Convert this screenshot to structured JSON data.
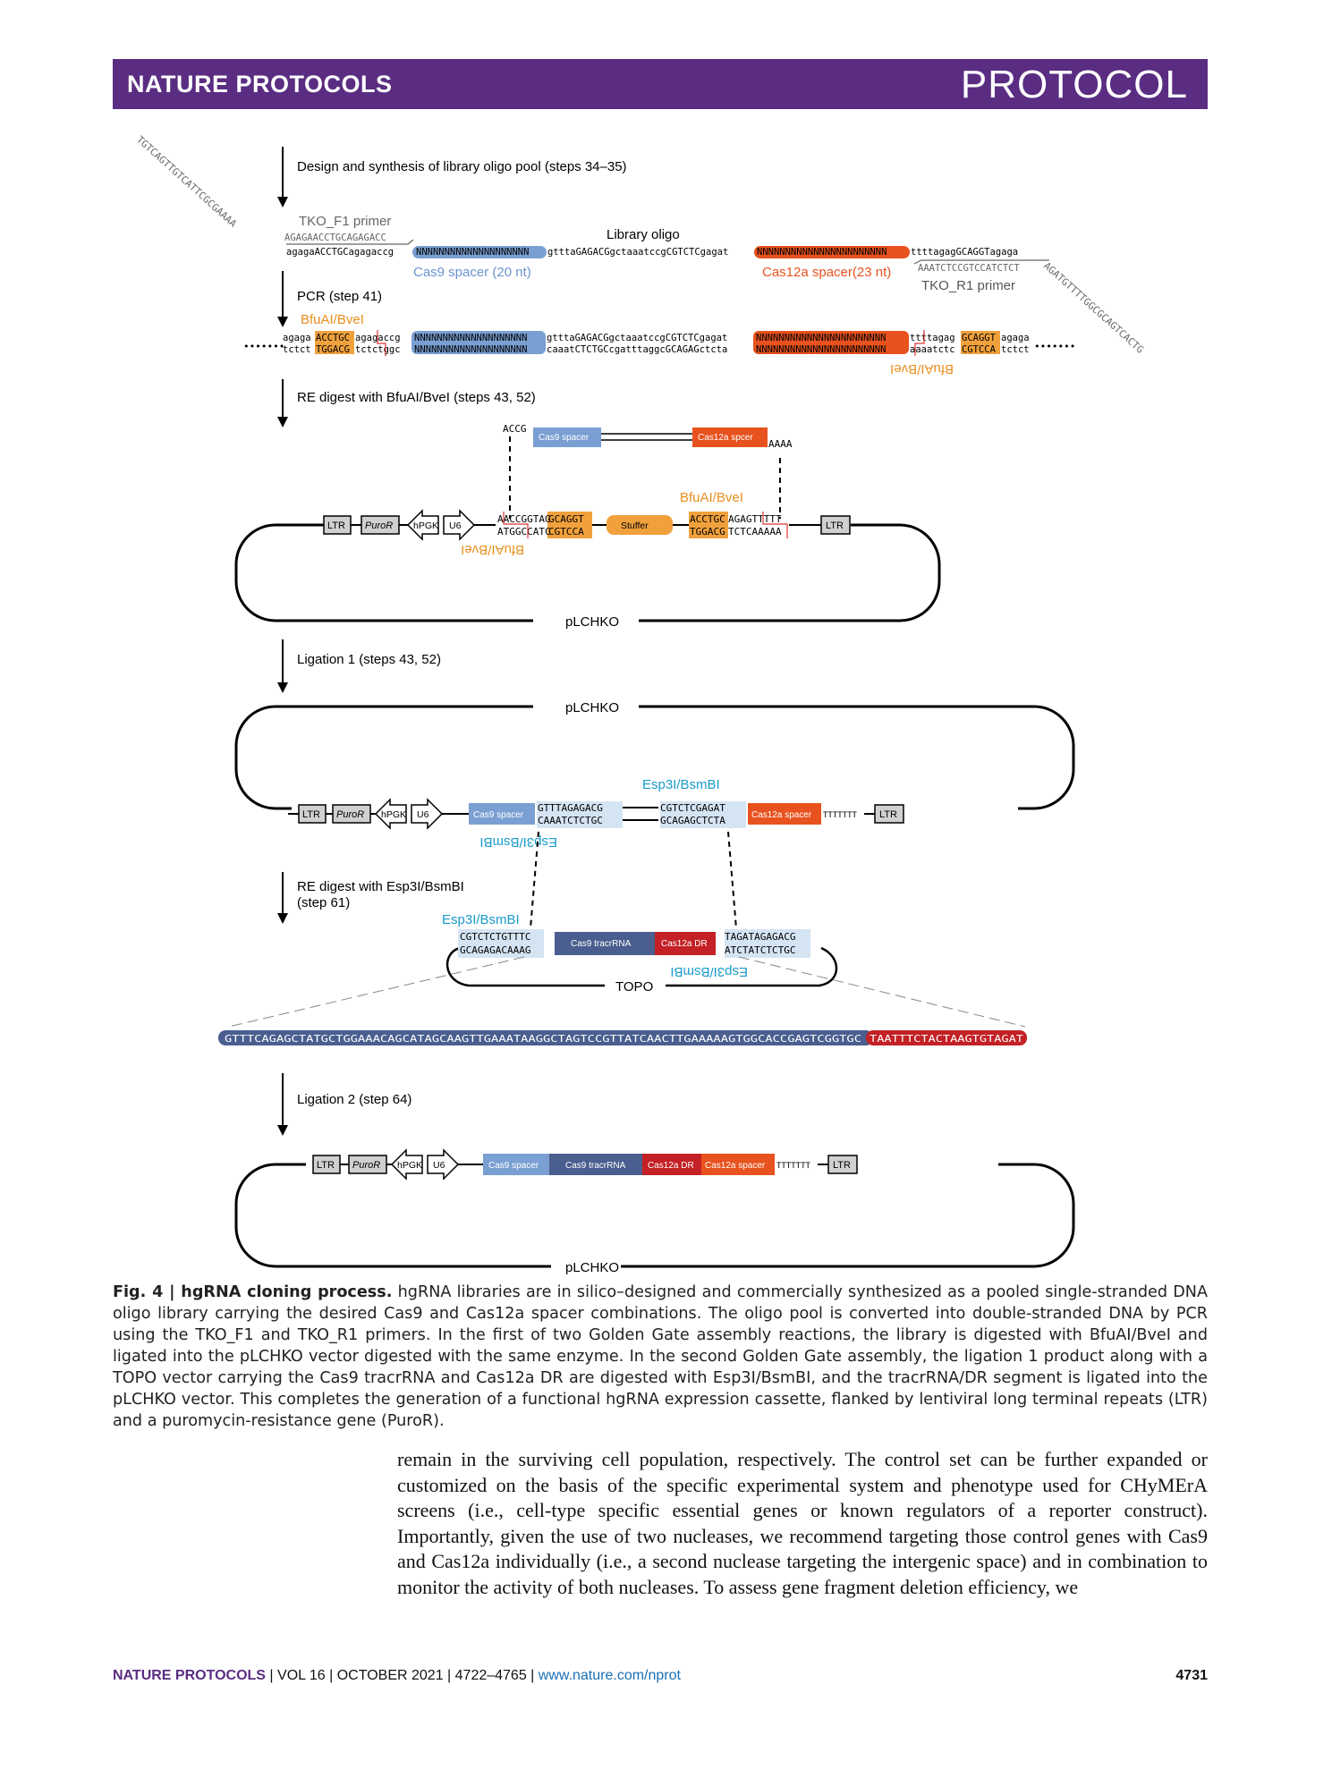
{
  "header": {
    "journal": "NATURE PROTOCOLS",
    "section": "PROTOCOL"
  },
  "figure": {
    "steps": [
      "Design and synthesis of library oligo pool (steps 34–35)",
      "PCR (step 41)",
      "RE digest with BfuAI/BveI (steps 43, 52)",
      "Ligation 1 (steps 43, 52)",
      "RE digest with Esp3I/BsmBI",
      "(step 61)",
      "Ligation 2 (step 64)"
    ],
    "labels": {
      "tko_f1": "TKO_F1 primer",
      "tko_r1": "TKO_R1 primer",
      "library_oligo": "Library oligo",
      "cas9_spacer_20": "Cas9 spacer (20 nt)",
      "cas12a_spacer_23": "Cas12a spacer(23 nt)",
      "bfuai": "BfuAI/BveI",
      "esp3i": "Esp3I/BsmBI",
      "plchko": "pLCHKO",
      "topo": "TOPO",
      "cas9_spacer": "Cas9 spacer",
      "cas12a_spacer": "Cas12a spacer",
      "cas12a_spcer": "Cas12a spcer",
      "cas9_tracr": "Cas9 tracrRNA",
      "cas12a_dr": "Cas12a DR",
      "stuffer": "Stuffer",
      "ltr": "LTR",
      "puror": "PuroR",
      "hpgk": "hPGK",
      "u6": "U6"
    },
    "seqs": {
      "diag_left": "TGTCAGTTGTCATTCGCGAAAA",
      "diag_right": "AGATGTTTTGGCGCAGTCACTG",
      "f1_primer": "AGAGAACCTGCAGAGACC",
      "r1_primer": "AAATCTCCGTCCATCTCT",
      "oligo_a": "agagaACCTGCagagaccg",
      "n20": "NNNNNNNNNNNNNNNNNNNN",
      "oligo_b": "gtttaGAGACGgctaaatccgCGTCTCgagat",
      "n23": "NNNNNNNNNNNNNNNNNNNNNNN",
      "oligo_c": "ttttagagGCAGGTagaga",
      "pcr_top_a": "agaga",
      "pcr_top_b": "ACCTGC",
      "pcr_top_c": "agagaccg",
      "pcr_top_d": "gtttaGAGACGgctaaatccgCGTCTCgagat",
      "pcr_top_e": "ttttagag",
      "pcr_top_f": "GCAGGT",
      "pcr_top_g": "agaga",
      "pcr_bot_a": "tctct",
      "pcr_bot_b": "TGGACG",
      "pcr_bot_c": "tctctggc",
      "pcr_bot_d": "caaatCTCTGCcgatttaggcGCAGAGctcta",
      "pcr_bot_e": "aaaatctc",
      "pcr_bot_f": "CGTCCA",
      "pcr_bot_g": "tctct",
      "dots": "•••••••",
      "accg": "ACCG",
      "aaaa": "AAAA",
      "vec_top_l": "AACCGGTAG",
      "vec_top_l2": "GCAGGT",
      "vec_bot_l": "ATGGCCATC",
      "vec_bot_l2": "CGTCCA",
      "vec_top_r": "ACCTGC",
      "vec_top_r2": "AGAGTTTTT",
      "vec_bot_r": "TGGACG",
      "vec_bot_r2": "TCTCAAAAA",
      "lig_top_l": "GTTTAGAGACG",
      "lig_bot_l": "CAAATCTCTGC",
      "lig_top_r": "CGTCTCGAGAT",
      "lig_bot_r": "GCAGAGCTCTA",
      "t7": "TTTTTTT",
      "topo_top_l": "CGTCTCTGTTTC",
      "topo_bot_l": "GCAGAGACAAAG",
      "topo_top_r": "TAGATAGAGACG",
      "topo_bot_r": "ATCTATCTCTGC",
      "long_seq_blue": "GTTTCAGAGCTATGCTGGAAACAGCATAGCAAGTTGAAATAAGGCTAGTCCGTTATCAACTTGAAAAAGTGGCACCGAGTCGGTGC",
      "long_seq_red": "TAATTTCTACTAAGTGTAGAT"
    },
    "colors": {
      "cas9": "#7a9fd3",
      "cas9_dark": "#4a5f8f",
      "cas12a": "#e8521e",
      "cas12a_dr": "#c32126",
      "orange": "#f0a13c",
      "orange_text": "#e8901e",
      "esp_text": "#1a9bc9",
      "esp_bg": "#d4e4f3",
      "gray_box": "#d0d0d0",
      "header": "#5a2d82"
    }
  },
  "caption": {
    "label": "Fig. 4 | hgRNA cloning process.",
    "text": " hgRNA libraries are in silico–designed and commercially synthesized as a pooled single-stranded DNA oligo library carrying the desired Cas9 and Cas12a spacer combinations. The oligo pool is converted into double-stranded DNA by PCR using the TKO_F1 and TKO_R1 primers. In the first of two Golden Gate assembly reactions, the library is digested with BfuAI/BveI and ligated into the pLCHKO vector digested with the same enzyme. In the second Golden Gate assembly, the ligation 1 product along with a TOPO vector carrying the Cas9 tracrRNA and Cas12a DR are digested with Esp3I/BsmBI, and the tracrRNA/DR segment is ligated into the pLCHKO vector. This completes the generation of a functional hgRNA expression cassette, flanked by lentiviral long terminal repeats (LTR) and a puromycin-resistance gene (PuroR)."
  },
  "body_text": "remain in the surviving cell population, respectively. The control set can be further expanded or customized on the basis of the specific experimental system and phenotype used for CHyMErA screens (i.e., cell-type specific essential genes or known regulators of a reporter construct). Importantly, given the use of two nucleases, we recommend targeting those control genes with Cas9 and Cas12a individually (i.e., a second nuclease targeting the intergenic space) and in combination to monitor the activity of both nucleases. To assess gene fragment deletion efficiency, we",
  "footer": {
    "journal": "NATURE PROTOCOLS",
    "vol": " | VOL 16 | OCTOBER 2021 | 4722–4765 | ",
    "url": "www.nature.com/nprot",
    "page": "4731"
  }
}
